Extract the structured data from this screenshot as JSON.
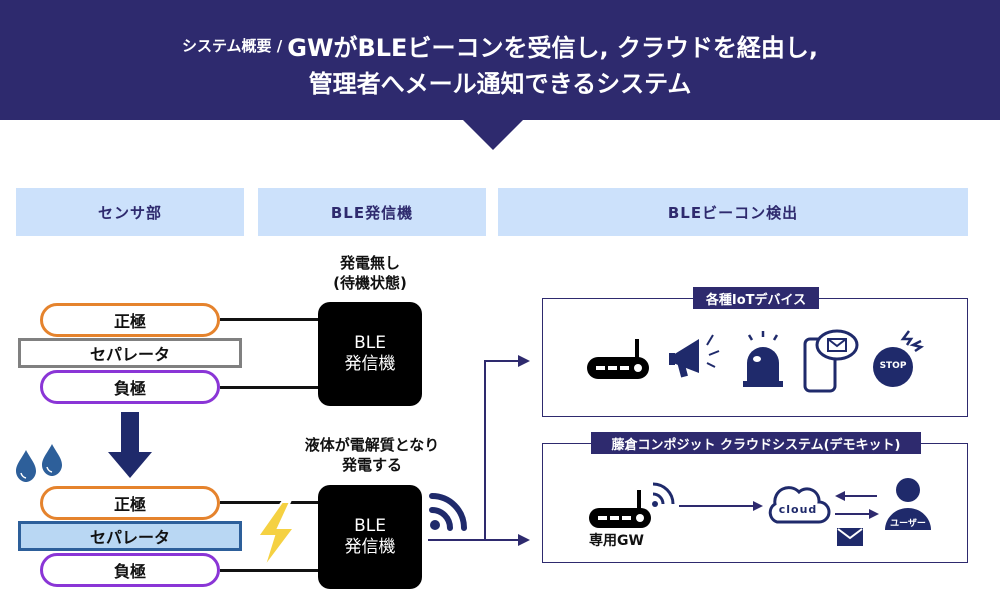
{
  "banner": {
    "subtitle": "システム概要 /",
    "title_line1": "GWがBLEビーコンを受信し, クラウドを経由し,",
    "title_line2": "管理者へメール通知できるシステム"
  },
  "columns": [
    {
      "label": "センサ部"
    },
    {
      "label": "BLE発信機"
    },
    {
      "label": "BLEビーコン検出"
    }
  ],
  "sensor_dry": {
    "positive": "正極",
    "separator": "セパレータ",
    "negative": "負極"
  },
  "sensor_wet": {
    "positive": "正極",
    "separator": "セパレータ",
    "negative": "負極"
  },
  "ble_standby": {
    "note_line1": "発電無し",
    "note_line2": "(待機状態)",
    "box_line1": "BLE",
    "box_line2": "発信機"
  },
  "ble_active": {
    "note_line1": "液体が電解質となり",
    "note_line2": "発電する",
    "box_line1": "BLE",
    "box_line2": "発信機"
  },
  "iot_panel": {
    "title": "各種IoTデバイス",
    "icons": [
      "router-icon",
      "megaphone-icon",
      "alarm-light-icon",
      "smartphone-mail-icon",
      "stop-button-icon"
    ],
    "stop_label": "STOP"
  },
  "cloud_panel": {
    "title": "藤倉コンポジット クラウドシステム(デモキット)",
    "gateway_label": "専用GW",
    "cloud_label": "cloud",
    "user_label": "ユーザー"
  },
  "colors": {
    "navy": "#2e2a6e",
    "header_bg": "#cce1fb",
    "positive_border": "#e5832d",
    "negative_border": "#8a35d6",
    "wet_separator": "#b9d7f3",
    "lightning": "#f5d142",
    "droplet": "#2d5f9a"
  }
}
